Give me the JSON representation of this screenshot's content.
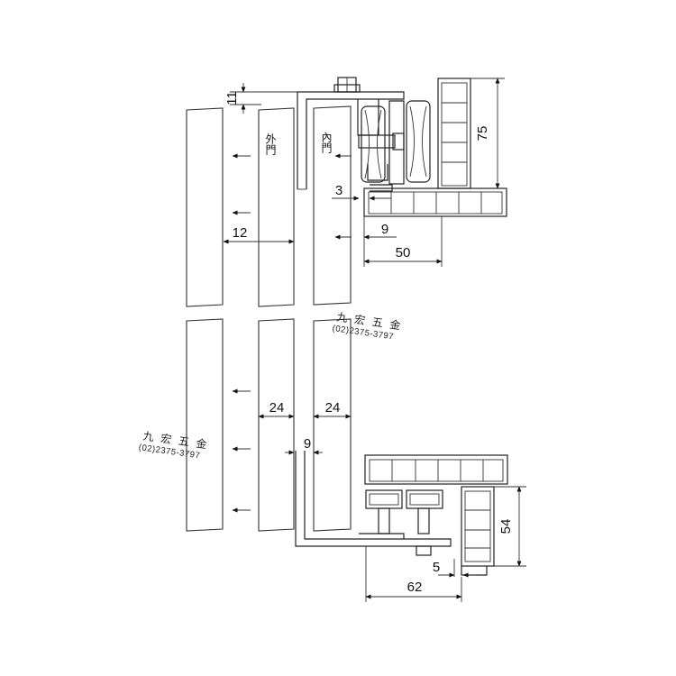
{
  "labels": {
    "outer_door": "外門",
    "inner_door": "內門"
  },
  "dimensions": {
    "top_gap": "11",
    "top_height": "75",
    "top_clearance": "3",
    "top_offset": "9",
    "top_width": "50",
    "panel_gap": "12",
    "outer_thickness": "24",
    "inner_thickness": "24",
    "door_gap": "9",
    "bottom_height": "54",
    "bottom_clearance": "5",
    "bottom_width": "62"
  },
  "watermarks": [
    {
      "title": "九 宏 五 金",
      "phone": "(02)2375-3797"
    },
    {
      "title": "九 宏 五 金",
      "phone": "(02)2375-3797"
    }
  ]
}
